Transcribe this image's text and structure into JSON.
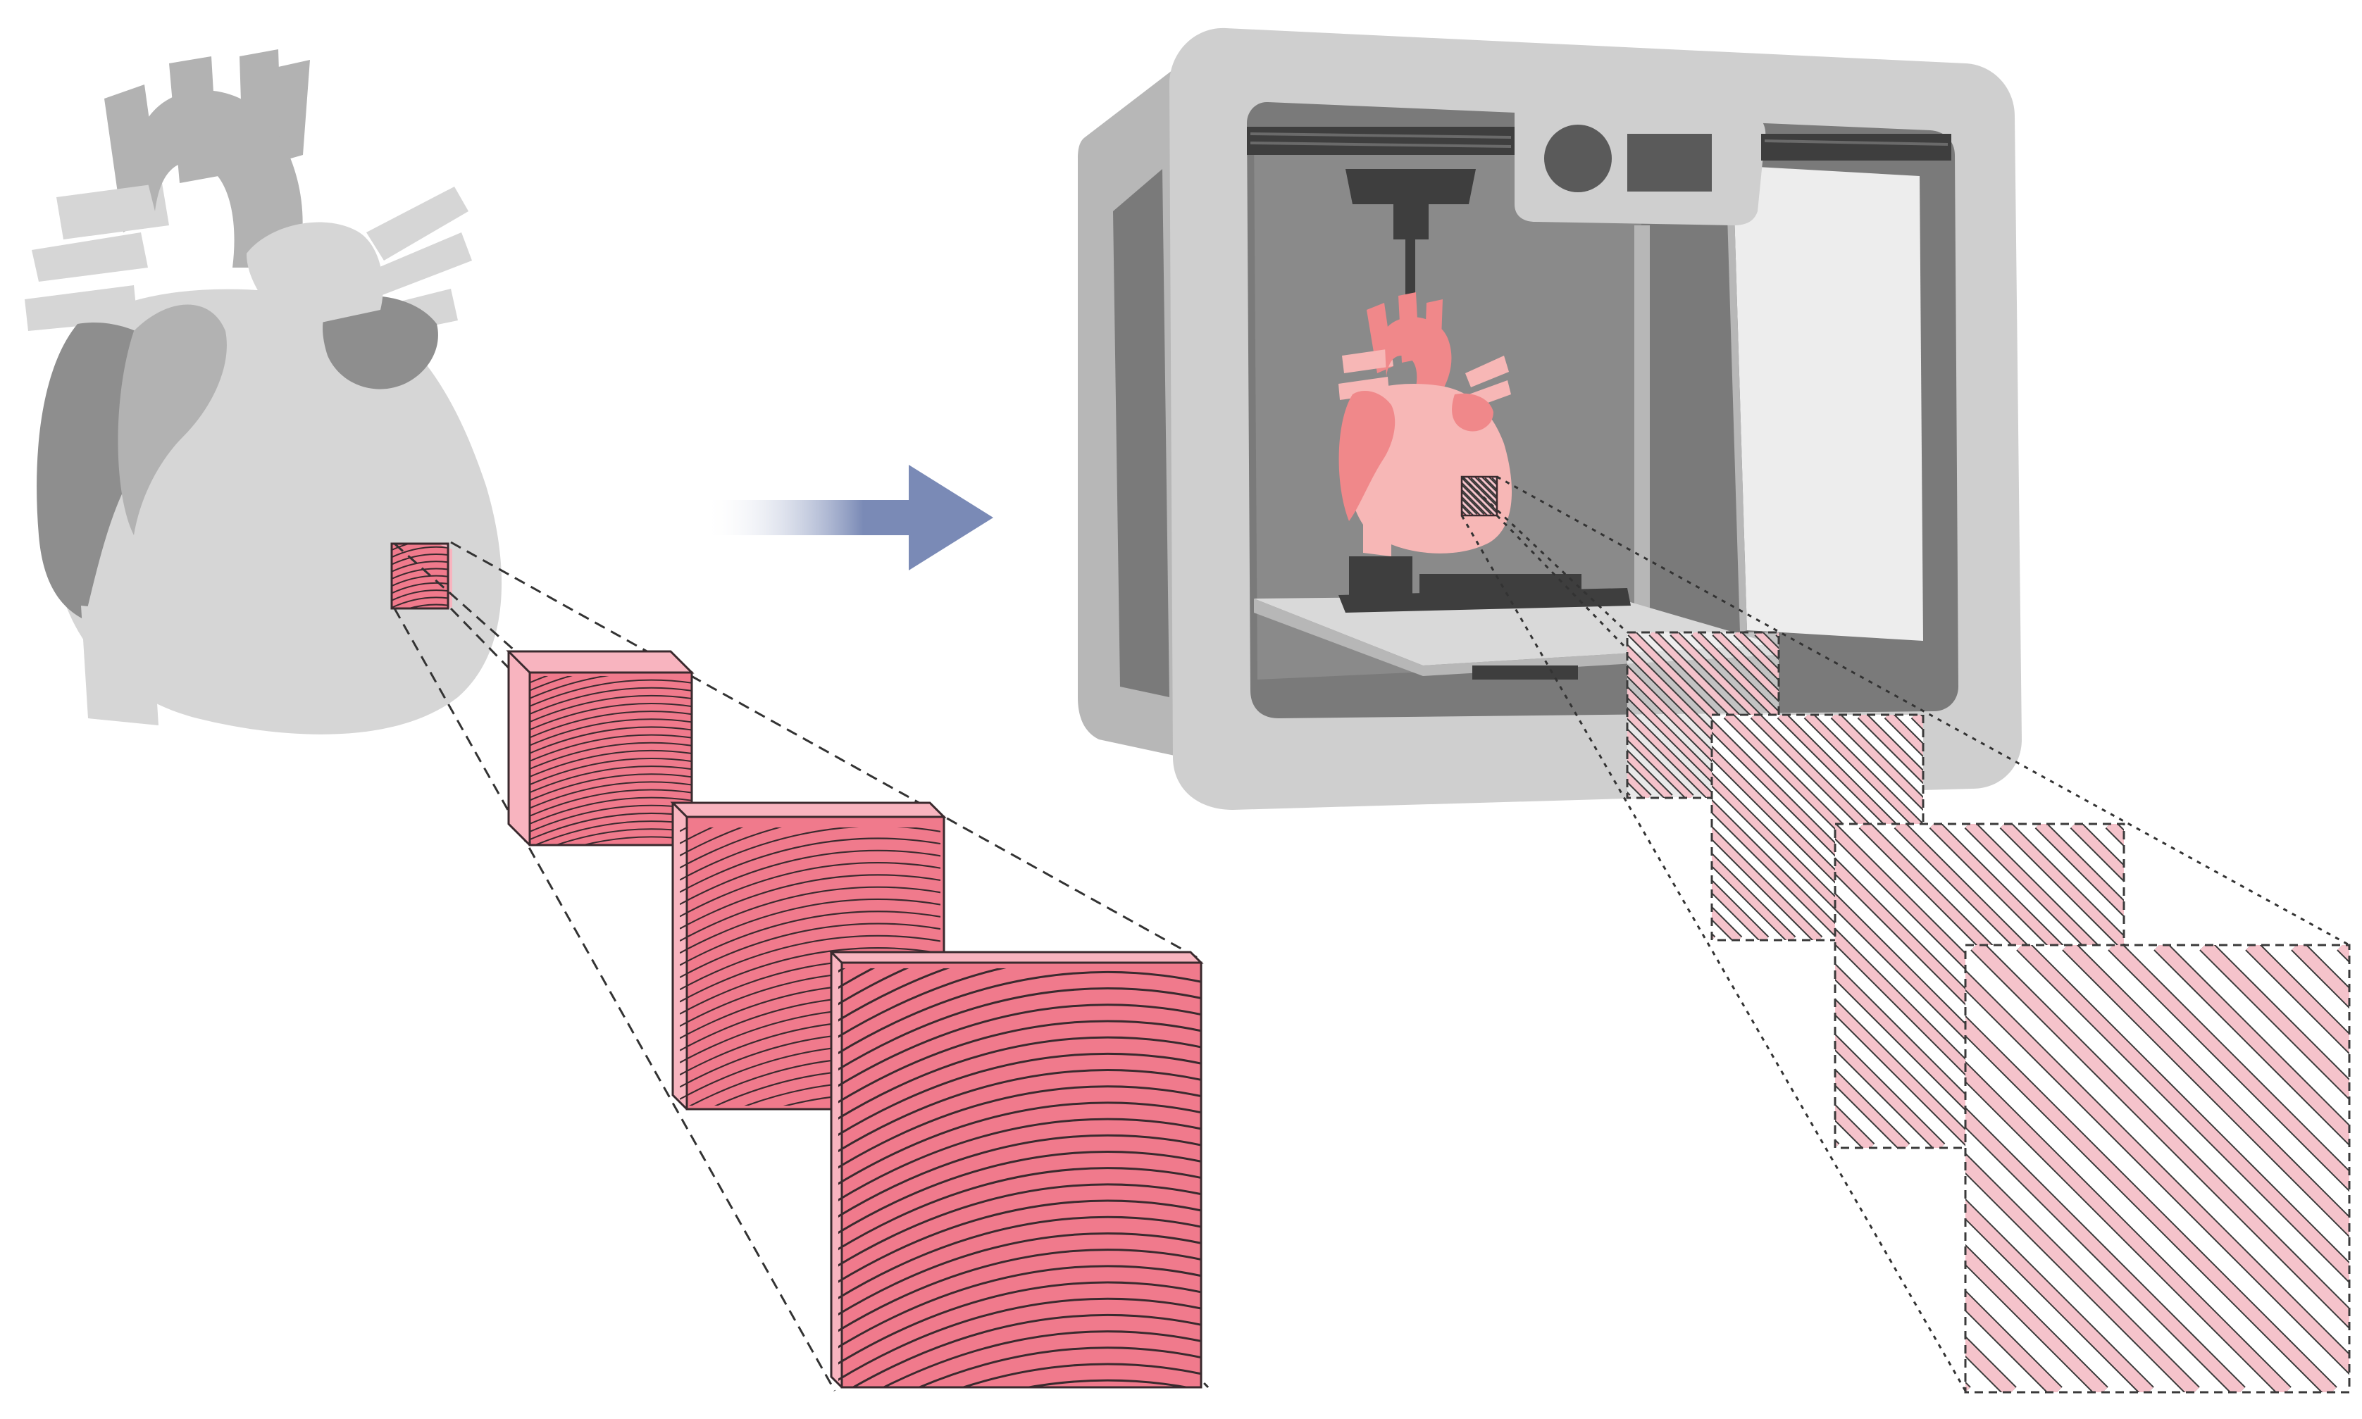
{
  "diagram": {
    "colors": {
      "background": "#ffffff",
      "native_heart_light": "#d6d6d6",
      "native_heart_mid": "#b2b2b2",
      "native_heart_dark": "#8e8e8e",
      "tissue_pink": "#f07a8c",
      "tissue_pink_light": "#f8b4bf",
      "tissue_fiber": "#3a2a2e",
      "arrow_start": "#ffffff",
      "arrow_end": "#7a8ab6",
      "printer_body": "#cfcfcf",
      "printer_frame": "#b7b7b7",
      "printer_inner": "#7a7a7a",
      "printer_dark": "#3e3e3e",
      "printed_heart_light": "#f7b7b6",
      "printed_heart_mid": "#f0888a",
      "scaffold_strut": "#f5c3cb",
      "scaffold_edge": "#3a3a3a",
      "dash_line": "#333333"
    },
    "panels": [
      {
        "name": "native-myocardium",
        "icon": "heart-anatomy-icon",
        "zoom_levels": 3,
        "fiber_pattern": "curved-aligned-fibers"
      },
      {
        "name": "bioprinted-myocardium",
        "icon": "3d-printer-icon",
        "zoom_levels": 4,
        "fiber_pattern": "diagonal-lattice-struts"
      }
    ],
    "connector": {
      "icon": "right-arrow-icon"
    }
  }
}
